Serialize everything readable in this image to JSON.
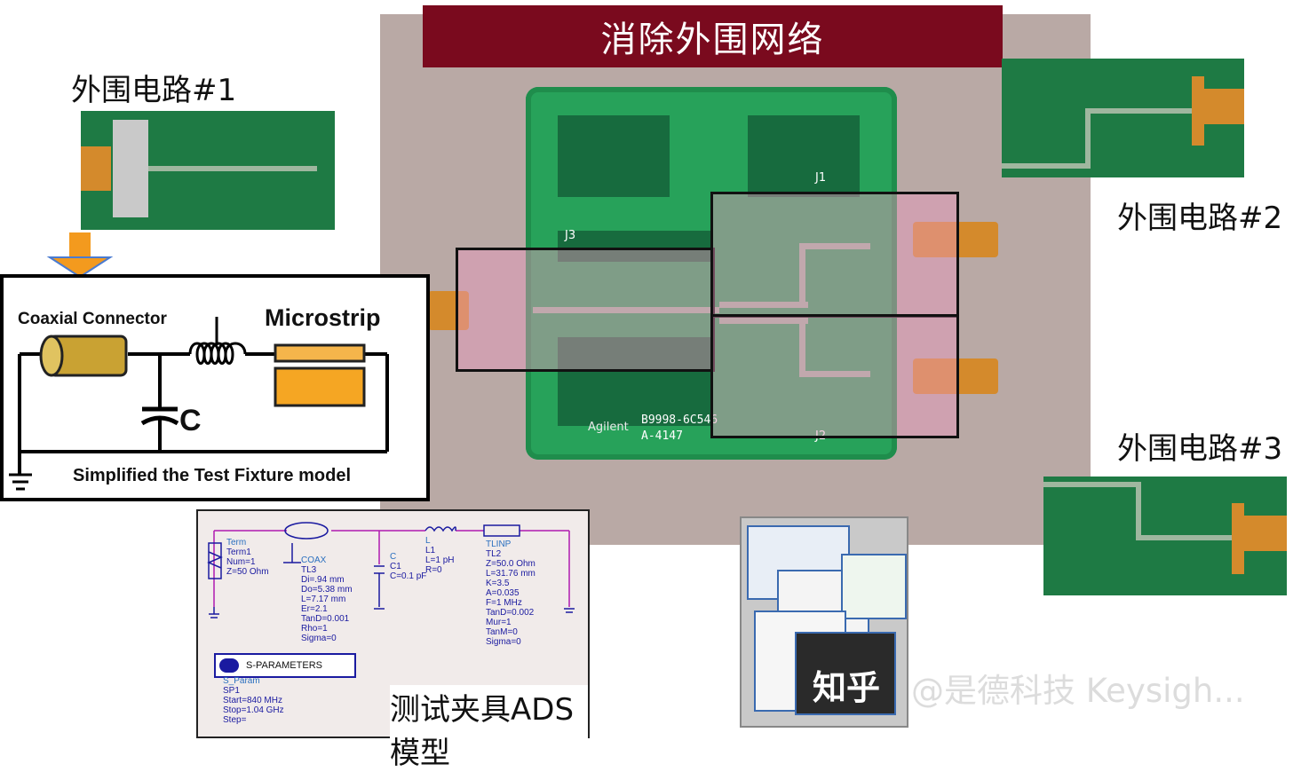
{
  "banner": {
    "title": "消除外围网络"
  },
  "labels": {
    "circuit1": "外围电路#1",
    "circuit2": "外围电路#2",
    "circuit3": "外围电路#3",
    "ads_model": "测试夹具ADS 模型",
    "watermark_logo": "知乎",
    "watermark_text": "@是德科技 Keysigh..."
  },
  "board_markings": {
    "j1": "J1",
    "j3": "J3",
    "j2": "J2",
    "part_no": "B9998-6C546",
    "part_rev": "A-4147",
    "brand": "Agilent"
  },
  "fixture": {
    "coax_label": "Coaxial Connector",
    "microstrip_label": "Microstrip",
    "cap_label": "C",
    "caption": "Simplified the Test Fixture model"
  },
  "ads": {
    "term": [
      "Term",
      "Term1",
      "Num=1",
      "Z=50 Ohm"
    ],
    "coax": [
      "COAX",
      "TL3",
      "Di=.94 mm",
      "Do=5.38 mm",
      "L=7.17 mm",
      "Er=2.1",
      "TanD=0.001",
      "Rho=1",
      "Sigma=0"
    ],
    "cap": [
      "C",
      "C1",
      "C=0.1 pF"
    ],
    "ind": [
      "L",
      "L1",
      "L=1 pH",
      "R=0"
    ],
    "tlinp": [
      "TLINP",
      "TL2",
      "Z=50.0 Ohm",
      "L=31.76 mm",
      "K=3.5",
      "A=0.035",
      "F=1 MHz",
      "TanD=0.002",
      "Mur=1",
      "TanM=0",
      "Sigma=0"
    ],
    "sparam_title": "S-PARAMETERS",
    "sparam": [
      "S_Param",
      "SP1",
      "Start=840 MHz",
      "Stop=1.04 GHz",
      "Step="
    ]
  },
  "colors": {
    "banner": "#7a0a1e",
    "board": "#27a25a",
    "highlight": "#eb96be",
    "arrow": "#f39a1e"
  }
}
